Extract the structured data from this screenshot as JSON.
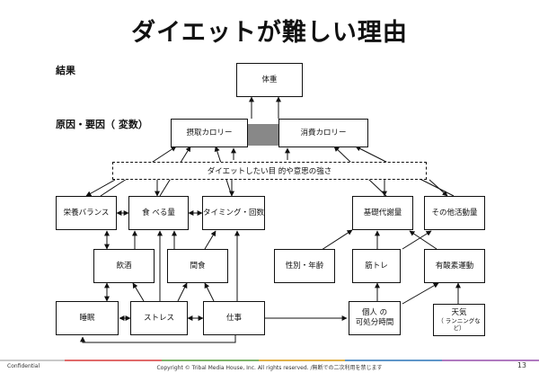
{
  "title": "ダイエットが難しい理由",
  "labels": {
    "result": "結果",
    "cause": "原因・要因（ 変数）"
  },
  "boxes": {
    "weight": "体重",
    "intake": "摂取カロリー",
    "expend": "消費カロリー",
    "motivation": "ダイエットしたい目 的や意思の強さ",
    "nutrition": "栄養バランス",
    "food_amount": "食 べる量",
    "timing": "タイミング・回数",
    "basal": "基礎代謝量",
    "other_activity": "その他活動量",
    "drinking": "飲酒",
    "snacking": "間食",
    "sex_age": "性別・年齢",
    "muscle": "筋トレ",
    "aerobic": "有酸素運動",
    "sleep": "睡眠",
    "stress": "ストレス",
    "work": "仕事",
    "free_time_line1": "個人 の",
    "free_time_line2": "可処分時間",
    "weather_line1": "天気",
    "weather_line2": "（ ランニングなど）"
  },
  "footer": {
    "confidential": "Confidential",
    "copyright": "Copyright © Tribal Media House, Inc. All rights reserved. /無断での二次利用を禁じます",
    "page": "13"
  }
}
